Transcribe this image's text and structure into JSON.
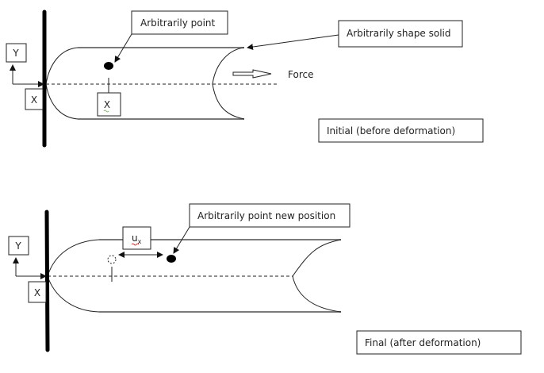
{
  "initial": {
    "y_axis_label": "Y",
    "x_axis_label": "X",
    "point_label": "Arbitrarily point",
    "point_coord_label": "X",
    "shape_label": "Arbitrarily shape solid",
    "force_label": "Force",
    "state_label": "Initial (before deformation)"
  },
  "final": {
    "y_axis_label": "Y",
    "x_axis_label": "X",
    "new_point_label": "Arbitrarily point new position",
    "displacement_label": "u",
    "displacement_subscript": "x",
    "state_label": "Final (after deformation)"
  },
  "colors": {
    "outline": "#7a7a7a",
    "ink": "#222222",
    "wall": "#000000"
  }
}
